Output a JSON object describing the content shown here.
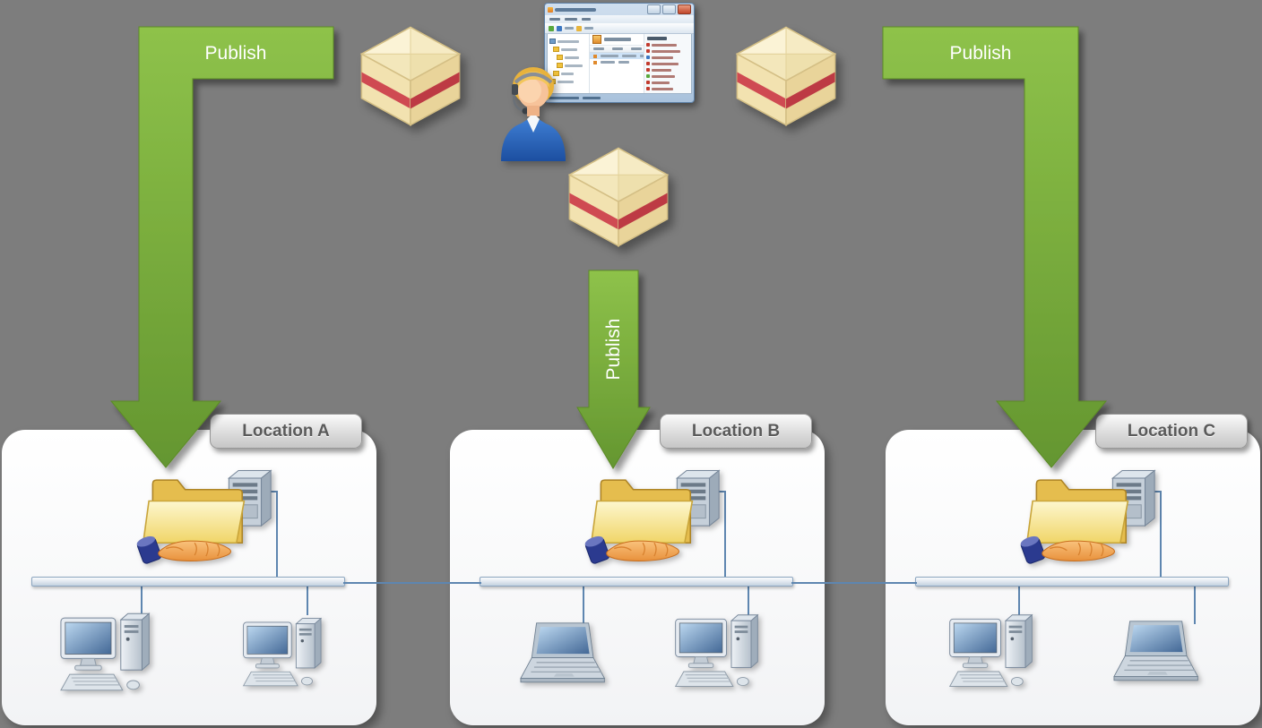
{
  "arrows": [
    {
      "label": "Publish"
    },
    {
      "label": "Publish"
    },
    {
      "label": "Publish"
    }
  ],
  "locations": [
    {
      "label": "Location A",
      "computers": [
        "desktop",
        "desktop"
      ]
    },
    {
      "label": "Location B",
      "computers": [
        "laptop",
        "desktop"
      ]
    },
    {
      "label": "Location C",
      "computers": [
        "desktop",
        "laptop"
      ]
    }
  ],
  "icons": {
    "package": "software-package-box",
    "operator": "operator-with-headset",
    "console": "deployment-console-window",
    "shared_folder_server": "shared-folder-with-server",
    "desktop": "desktop-computer",
    "laptop": "laptop-computer",
    "network": "network-bus"
  },
  "colors": {
    "background": "#7d7d7d",
    "arrow_green": "#86bb44",
    "arrow_green_dark": "#68992e",
    "panel": "#ffffff",
    "tab_text": "#5a5a5a",
    "network_blue": "#5e86b0",
    "package_cream": "#f2e2b0",
    "package_stripe": "#c9404b",
    "folder_yellow": "#f3dd74"
  }
}
